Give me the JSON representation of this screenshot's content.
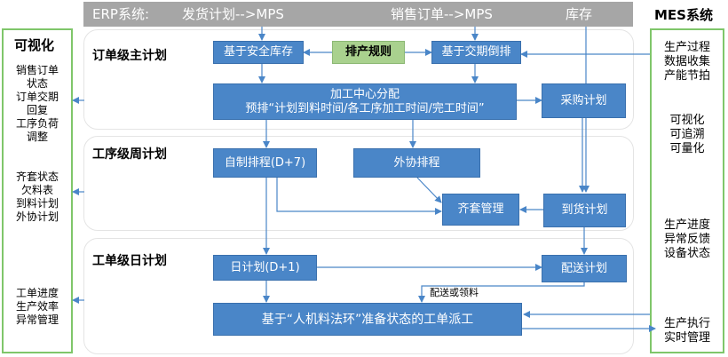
{
  "erp": {
    "label": "ERP系统:",
    "items": [
      "发货计划-->MPS",
      "销售订单-->MPS",
      "库存"
    ]
  },
  "left_panel": {
    "title": "可视化",
    "groups": [
      "销售订单\n状态\n订单交期\n回复\n工序负荷\n调整",
      "齐套状态\n欠料表\n到料计划\n外协计划",
      "工单进度\n生产效率\n异常管理"
    ]
  },
  "right_panel": {
    "title": "MES系统",
    "groups": [
      "生产过程\n数据收集\n产能节拍",
      "可视化\n可追溯\n可量化",
      "生产进度\n异常反馈\n设备状态",
      "生产执行\n实时管理"
    ]
  },
  "levels": {
    "order": "订单级主计划",
    "process": "工序级周计划",
    "workorder": "工单级日计划"
  },
  "boxes": {
    "safety_stock": "基于安全库存",
    "scheduling_rules": "排产规则",
    "backward_scheduling": "基于交期倒排",
    "center_allocation_title": "加工中心分配",
    "center_allocation_detail": "预排“计划到料时间/各工序加工时间/完工时间”",
    "purchase_plan": "采购计划",
    "self_scheduling": "自制排程(D+7)",
    "outsourcing": "外协排程",
    "kitting": "齐套管理",
    "arrival_plan": "到货计划",
    "daily_plan": "日计划(D+1)",
    "delivery_plan": "配送计划",
    "dispatch": "基于“人机料法环”准备状态的工单派工"
  },
  "labels": {
    "delivery_or_picking": "配送或领料"
  },
  "colors": {
    "box_blue": "#4a86c8",
    "rule_green": "#a9d18e",
    "side_border": "#7fc66a",
    "erp_bar": "#a6a6a6"
  }
}
